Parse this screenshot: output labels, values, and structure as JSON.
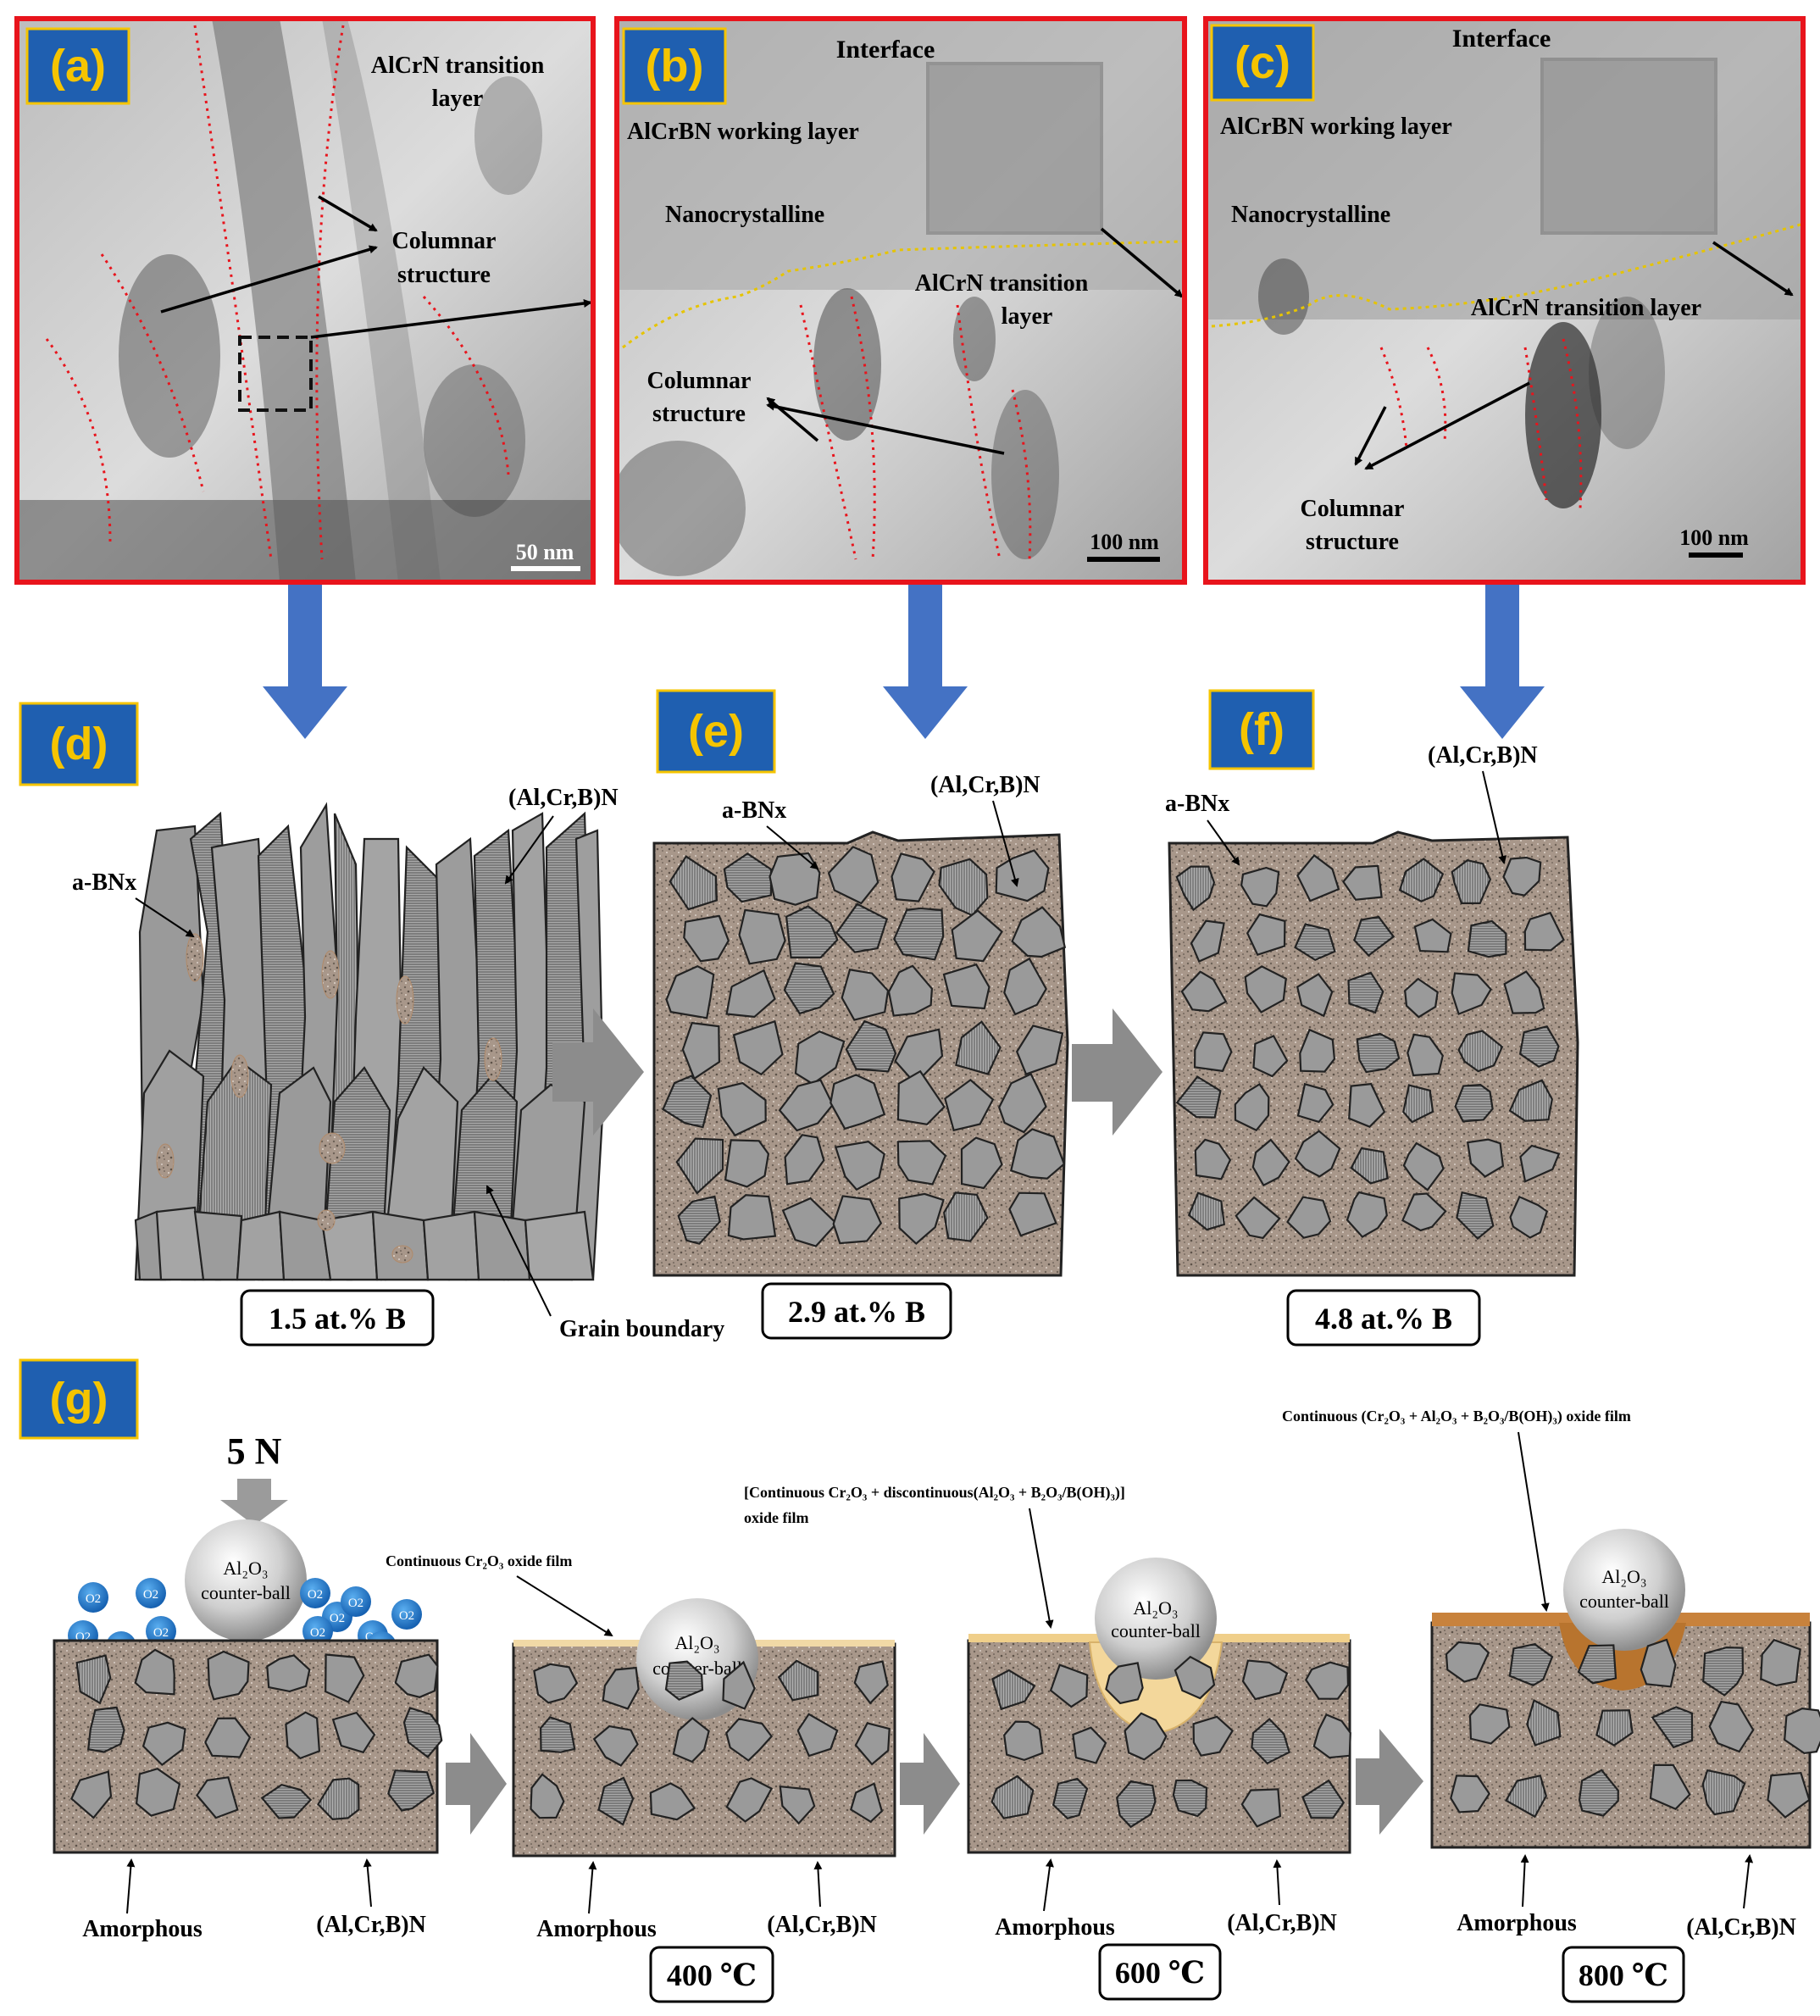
{
  "panels": {
    "a": {
      "label": "(a)",
      "transition": [
        "AlCrN transition",
        "layer"
      ],
      "columnar": [
        "Columnar",
        "structure"
      ],
      "scale": "50 nm"
    },
    "b": {
      "label": "(b)",
      "interface": "Interface",
      "working": "AlCrBN working layer",
      "nano": "Nanocrystalline",
      "transition": [
        "AlCrN transition",
        "layer"
      ],
      "columnar": [
        "Columnar",
        "structure"
      ],
      "scale": "100 nm"
    },
    "c": {
      "label": "(c)",
      "interface": "Interface",
      "working": "AlCrBN working layer",
      "nano": "Nanocrystalline",
      "transition": "AlCrN transition layer",
      "columnar": [
        "Columnar",
        "structure"
      ],
      "scale": "100 nm"
    },
    "d": {
      "label": "(d)",
      "abnx": "a-BNx",
      "phase": "(Al,Cr,B)N",
      "grain": "Grain boundary",
      "boron": "1.5 at.% B"
    },
    "e": {
      "label": "(e)",
      "abnx": "a-BNx",
      "phase": "(Al,Cr,B)N",
      "boron": "2.9 at.% B"
    },
    "f": {
      "label": "(f)",
      "abnx": "a-BNx",
      "phase": "(Al,Cr,B)N",
      "boron": "4.8 at.% B"
    },
    "g": {
      "label": "(g)",
      "load": "5 N",
      "o2": "O2",
      "ball": [
        "Al₂O₃",
        "counter-ball"
      ],
      "amorphous": "Amorphous",
      "phase": "(Al,Cr,B)N",
      "temps": [
        "400 ℃",
        "600 ℃",
        "800 ℃"
      ],
      "film400": "Continuous Cr₂O₃  oxide  film",
      "film600": [
        "[Continuous Cr₂O₃ +  discontinuous(Al₂O₃ + B₂O₃/B(OH)₃)]",
        "oxide film"
      ],
      "film800": "Continuous (Cr₂O₃ + Al₂O₃ + B₂O₃/B(OH)₃) oxide film"
    }
  },
  "colors": {
    "frame_red": "#e8141c",
    "label_bg": "#1f5fb0",
    "label_text": "#f5c400",
    "arrow_blue": "#4472c4",
    "arrow_gray": "#8c8c8c",
    "matrix": "#a8978a",
    "grain": "#9a9a9a",
    "oxide_light": "#f1d9a6",
    "oxide_dark": "#c8823c",
    "o2_blue": "#1f74c8"
  }
}
